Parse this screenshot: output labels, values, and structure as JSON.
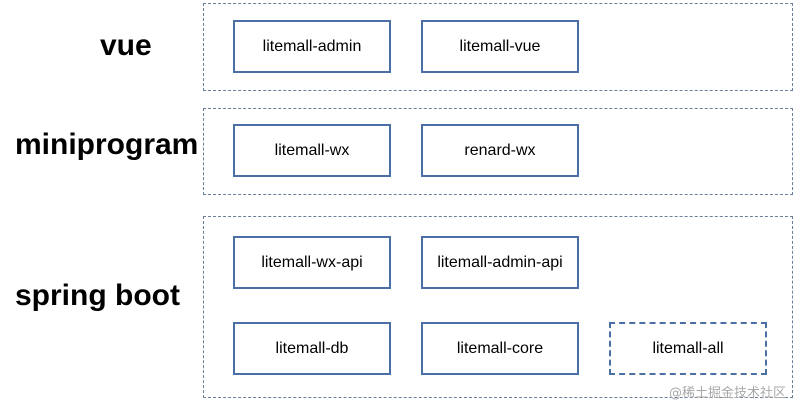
{
  "layers": {
    "vue": {
      "label": "vue",
      "modules": [
        "litemall-admin",
        "litemall-vue"
      ]
    },
    "miniprogram": {
      "label": "miniprogram",
      "modules": [
        "litemall-wx",
        "renard-wx"
      ]
    },
    "spring_boot": {
      "label": "spring boot",
      "modules": [
        "litemall-wx-api",
        "litemall-admin-api",
        "litemall-db",
        "litemall-core",
        "litemall-all"
      ]
    }
  },
  "watermark": "@稀土掘金技术社区",
  "colors": {
    "module_border": "#4a6fa5",
    "layer_border": "#6b7f99"
  }
}
